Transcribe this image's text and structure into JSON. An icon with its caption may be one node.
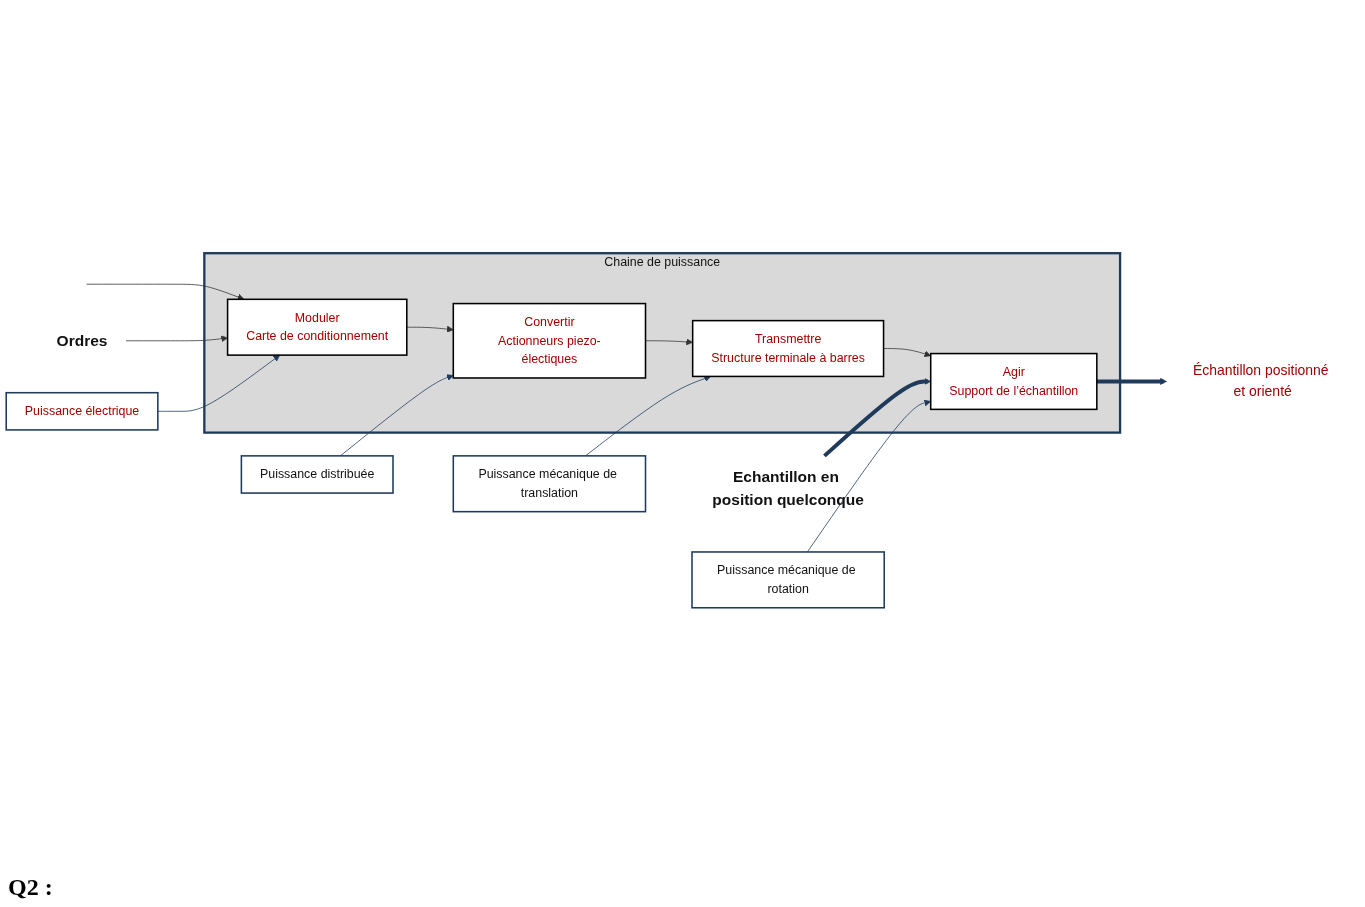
{
  "diagram": {
    "nodes": [
      {
        "text": [
          "Chaine de puissance"
        ]
      },
      {
        "text": [
          "Moduler",
          "Carte de conditionnement"
        ],
        "in": 0
      },
      {
        "text": [
          "Convertir",
          "Actionneurs piezo-électiques"
        ],
        "in": 0
      },
      {
        "text": [
          "Transmettre",
          "Structure terminale à barres"
        ],
        "in": 0
      },
      {
        "text": [
          "Agir",
          "Support de l’échantillon"
        ],
        "in": 0
      },
      {
        "text": [
          "Ordres"
        ]
      },
      {
        "text": [
          "Echantillon en position quelconque"
        ]
      },
      {
        "text": [
          "Échantillon positionné et orienté"
        ]
      },
      {
        "text": [
          "Puissance électrique"
        ]
      },
      {
        "text": [
          "Puissance distribuée"
        ]
      },
      {
        "text": [
          "Puissance mécanique de translation"
        ]
      },
      {
        "text": [
          "Puissance mécanique de rotation"
        ]
      }
    ],
    "edges": [
      {
        "from": null,
        "to": 1,
        "arrow": "to"
      },
      {
        "from": 1,
        "to": 2,
        "arrow": "to"
      },
      {
        "from": 2,
        "to": 3,
        "arrow": "to"
      },
      {
        "from": 3,
        "to": 4,
        "arrow": "to"
      },
      {
        "from": 5,
        "to": 1,
        "arrow": "to"
      },
      {
        "from": 6,
        "to": 4,
        "arrow": "to",
        "style": "thick",
        "color": "#1f3a5a"
      },
      {
        "from": 4,
        "to": 7,
        "arrow": "to",
        "style": "thick",
        "color": "#1f3a5a"
      },
      {
        "from": 8,
        "to": 1,
        "arrow": "to",
        "color": "#1f3a5a"
      },
      {
        "from": 9,
        "to": 2,
        "arrow": "to",
        "color": "#1f3a5a"
      },
      {
        "from": 10,
        "to": 3,
        "arrow": "to",
        "color": "#1f3a5a"
      },
      {
        "from": 11,
        "to": 4,
        "arrow": "to",
        "color": "#1f3a5a"
      }
    ],
    "labels": [
      "Q2 :"
    ]
  }
}
